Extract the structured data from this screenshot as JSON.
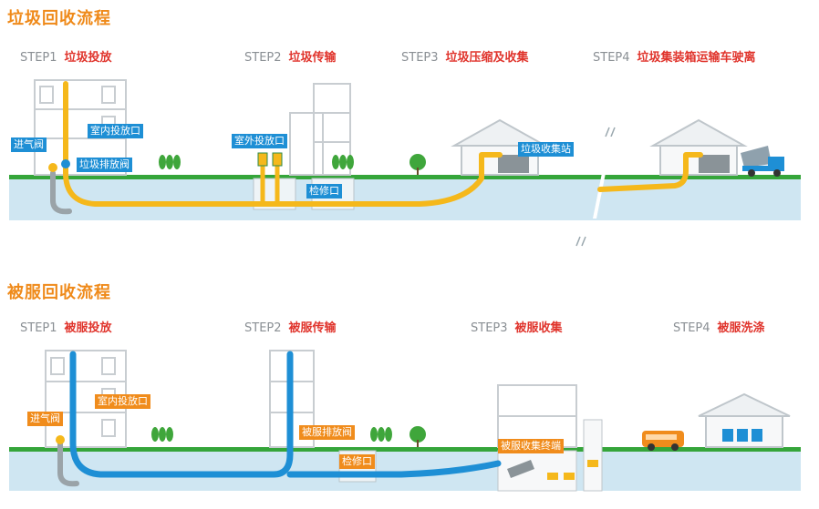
{
  "garbage": {
    "title": "垃圾回收流程",
    "steps": [
      {
        "num": "STEP1",
        "label": "垃圾投放"
      },
      {
        "num": "STEP2",
        "label": "垃圾传输"
      },
      {
        "num": "STEP3",
        "label": "垃圾压缩及收集"
      },
      {
        "num": "STEP4",
        "label": "垃圾集装箱运输车驶离"
      }
    ],
    "tags": {
      "air_valve": "进气阀",
      "indoor_inlet": "室内投放口",
      "discharge_valve": "垃圾排放阀",
      "outdoor_inlet": "室外投放口",
      "manhole": "检修口",
      "collection_station": "垃圾收集站"
    }
  },
  "linen": {
    "title": "被服回收流程",
    "steps": [
      {
        "num": "STEP1",
        "label": "被服投放"
      },
      {
        "num": "STEP2",
        "label": "被服传输"
      },
      {
        "num": "STEP3",
        "label": "被服收集"
      },
      {
        "num": "STEP4",
        "label": "被服洗涤"
      }
    ],
    "tags": {
      "air_valve": "进气阀",
      "indoor_inlet": "室内投放口",
      "discharge_valve": "被服排放阀",
      "manhole": "检修口",
      "terminal": "被服收集终端"
    }
  },
  "colors": {
    "title": "#ef8a1a",
    "step_label": "#e0342c",
    "ground": "#35a53a",
    "underground": "#cfe6f2",
    "pipe_garbage": "#f5b81b",
    "pipe_linen": "#1e8fd5",
    "tag_blue": "#1e8fd5",
    "tag_orange": "#f08c1c"
  }
}
